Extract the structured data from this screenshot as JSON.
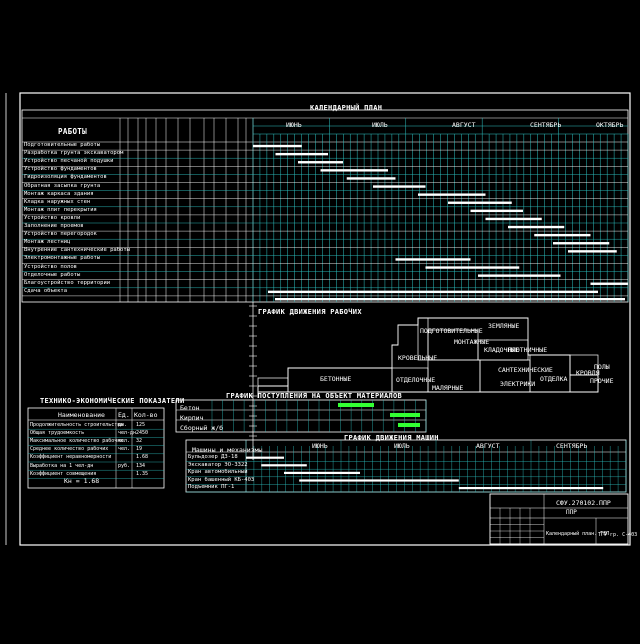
{
  "colors": {
    "frame": "#ffffff",
    "grid": "#2ec4c4",
    "bar": "#ffffff",
    "highlight": "#33ff33",
    "bg": "#000000"
  },
  "calendar": {
    "title": "КАЛЕНДАРНЫЙ ПЛАН",
    "works_header": "РАБОТЫ",
    "months": [
      "ИЮНЬ",
      "ИЮЛЬ",
      "АВГУСТ",
      "СЕНТЯБРЬ",
      "ОКТЯБРЬ"
    ],
    "rows": [
      {
        "name": "Подготовительные работы",
        "s": 0.0,
        "e": 0.13
      },
      {
        "name": "Разработка грунта экскаватором",
        "s": 0.06,
        "e": 0.2
      },
      {
        "name": "Устройство песчаной подушки",
        "s": 0.12,
        "e": 0.24
      },
      {
        "name": "Устройство фундаментов",
        "s": 0.18,
        "e": 0.36
      },
      {
        "name": "Гидроизоляция фундаментов",
        "s": 0.25,
        "e": 0.38
      },
      {
        "name": "Обратная засыпка грунта",
        "s": 0.32,
        "e": 0.46
      },
      {
        "name": "Монтаж каркаса здания",
        "s": 0.44,
        "e": 0.62
      },
      {
        "name": "Кладка наружных стен",
        "s": 0.52,
        "e": 0.69
      },
      {
        "name": "Монтаж плит перекрытия",
        "s": 0.58,
        "e": 0.72
      },
      {
        "name": "Устройство кровли",
        "s": 0.62,
        "e": 0.77
      },
      {
        "name": "Заполнение проемов",
        "s": 0.68,
        "e": 0.83
      },
      {
        "name": "Устройство перегородок",
        "s": 0.75,
        "e": 0.9
      },
      {
        "name": "Монтаж лестниц",
        "s": 0.8,
        "e": 0.95
      },
      {
        "name": "Внутренние сантехнические работы",
        "s": 0.84,
        "e": 0.97
      },
      {
        "name": "Электромонтажные работы",
        "s": 0.38,
        "e": 0.58
      },
      {
        "name": "Устройство полов",
        "s": 0.46,
        "e": 0.71
      },
      {
        "name": "Отделочные работы",
        "s": 0.6,
        "e": 0.82
      },
      {
        "name": "Благоустройство территории",
        "s": 0.9,
        "e": 1.0
      },
      {
        "name": "Сдача объекта",
        "s": 0.04,
        "e": 0.92
      }
    ]
  },
  "workers": {
    "title": "ГРАФИК ДВИЖЕНИЯ РАБОЧИХ",
    "blocks": [
      "ПОДГОТОВИТЕЛЬНЫЕ",
      "ЗЕМЛЯНЫЕ",
      "МОНТАЖНЫЕ",
      "КРОВЕЛЬНЫЕ",
      "КЛАДОЧНЫЕ",
      "ПЛОТНИЧНЫЕ",
      "БЕТОННЫЕ",
      "ОТДЕЛОЧНЫЕ",
      "МАЛЯРНЫЕ",
      "САНТЕХНИЧЕСКИЕ",
      "ЭЛЕКТРИКИ",
      "ОТДЕЛКА",
      "КРОВЛЯ",
      "ПОЛЫ",
      "ПРОЧИЕ"
    ]
  },
  "materials": {
    "title": "ГРАФИК ПОСТУПЛЕНИЯ НА ОБЪЕКТ МАТЕРИАЛОВ",
    "rows": [
      "Бетон",
      "Кирпич",
      "Сборный ж/б"
    ]
  },
  "machines": {
    "title": "ГРАФИК ДВИЖЕНИЯ МАШИН",
    "header_name": "Машины и механизмы",
    "months": [
      "ИЮНЬ",
      "ИЮЛЬ",
      "АВГУСТ",
      "СЕНТЯБРЬ"
    ],
    "rows": [
      {
        "name": "Бульдозер ДЗ-18",
        "s": 0.0,
        "e": 0.1
      },
      {
        "name": "Экскаватор ЭО-3322",
        "s": 0.04,
        "e": 0.16
      },
      {
        "name": "Кран автомобильный",
        "s": 0.1,
        "e": 0.3
      },
      {
        "name": "Кран башенный КБ-403",
        "s": 0.14,
        "e": 0.56
      },
      {
        "name": "Подъемник ПГ-1",
        "s": 0.56,
        "e": 0.94
      }
    ]
  },
  "tep": {
    "title": "ТЕХНИКО-ЭКОНОМИЧЕСКИЕ ПОКАЗАТЕЛИ",
    "header": [
      "Наименование",
      "Ед.",
      "Кол-во"
    ],
    "rows": [
      [
        "Продолжительность строительства",
        "дн.",
        "125"
      ],
      [
        "Общая трудоемкость",
        "чел-дн",
        "2450"
      ],
      [
        "Максимальное количество рабочих",
        "чел.",
        "32"
      ],
      [
        "Среднее количество рабочих",
        "чел.",
        "19"
      ],
      [
        "Коэффициент неравномерности",
        "",
        "1.68"
      ],
      [
        "Выработка на 1 чел-дн",
        "руб.",
        "134"
      ],
      [
        "Коэффициент совмещения",
        "",
        "1.35"
      ]
    ],
    "note": "Кн = 1.68"
  },
  "stamp": {
    "code": "СФУ.270102.ППР",
    "title": "ППР",
    "subtitle": "Календарный план. ТЕП",
    "sheet": "ТГУ гр. С-403"
  }
}
